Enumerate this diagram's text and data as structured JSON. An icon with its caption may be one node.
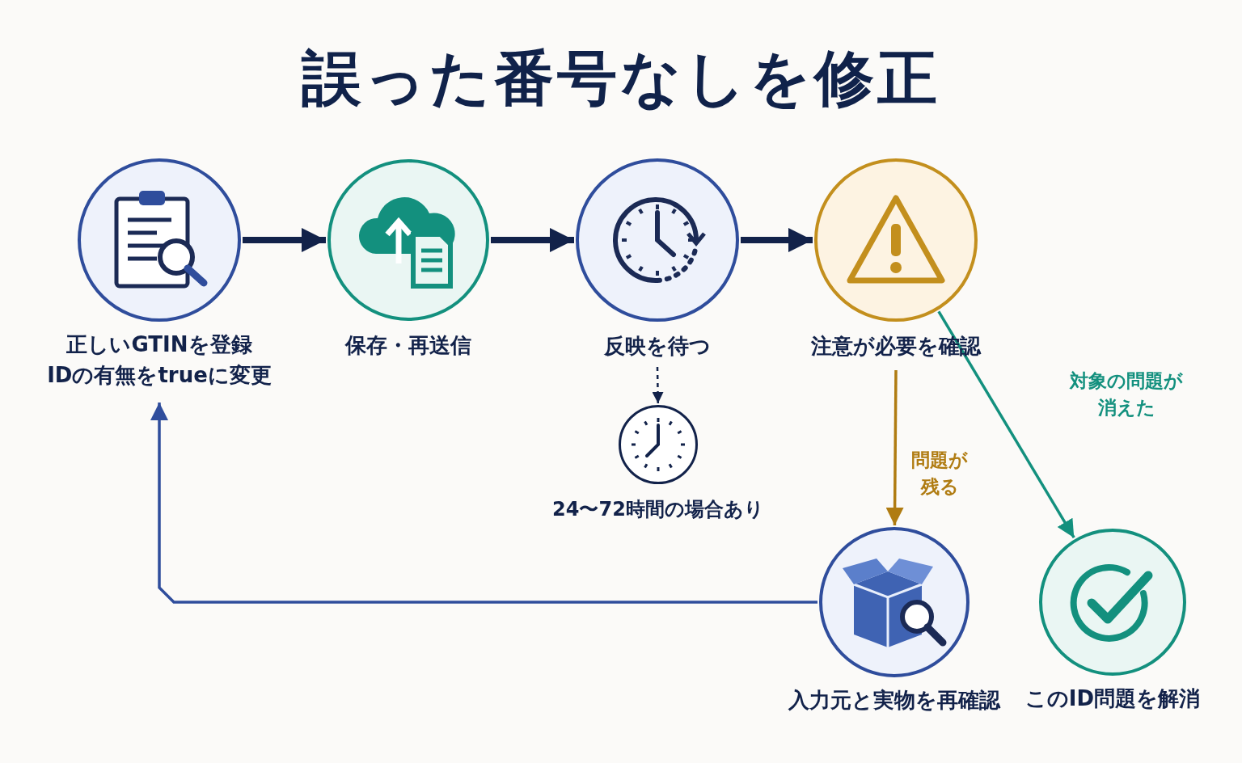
{
  "diagram": {
    "title": "誤った番号なしを修正",
    "nodes": [
      {
        "text": [
          "正しいGTINを登録",
          "IDの有無をtrueに変更"
        ]
      },
      {
        "text": [
          "保存・再送信"
        ]
      },
      {
        "text": [
          "反映を待つ"
        ]
      },
      {
        "text": [
          "注意が必要を確認"
        ]
      },
      {
        "text": [
          "24〜72時間の場合あり"
        ]
      },
      {
        "text": [
          "入力元と実物を再確認"
        ]
      },
      {
        "text": [
          "このID問題を解消"
        ]
      }
    ],
    "edges": [
      {
        "from": 0,
        "to": 1,
        "arrow": "to",
        "style": "thick"
      },
      {
        "from": 1,
        "to": 2,
        "arrow": "to",
        "style": "thick"
      },
      {
        "from": 2,
        "to": 3,
        "arrow": "to",
        "style": "thick"
      },
      {
        "from": 2,
        "to": 4,
        "arrow": "to",
        "style": "dashed"
      },
      {
        "from": 3,
        "to": 5,
        "arrow": "to",
        "label": "問題が残る",
        "color": "#b07c12"
      },
      {
        "from": 3,
        "to": 6,
        "arrow": "to",
        "label": "対象の問題が消えた",
        "color": "#13907e"
      },
      {
        "from": 5,
        "to": 0,
        "arrow": "to",
        "color": "#2f4d9c"
      }
    ]
  }
}
